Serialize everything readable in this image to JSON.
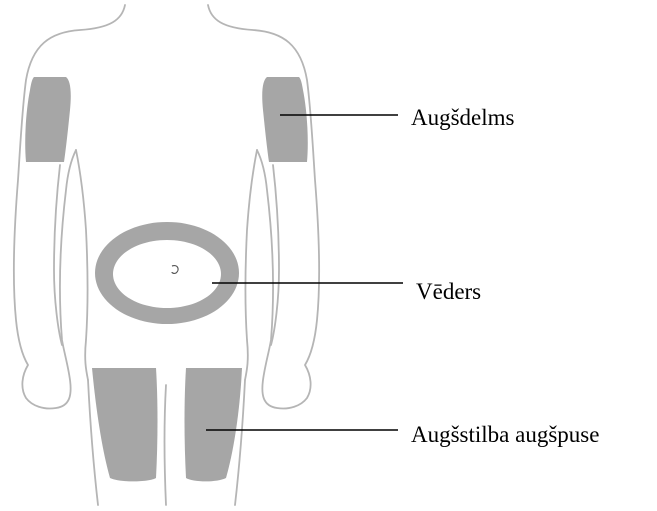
{
  "labels": {
    "upper_arm": "Augšdelms",
    "abdomen": "Vēders",
    "thigh": "Augšstilba augšpuse"
  },
  "colors": {
    "body_outline": "#b5b5b5",
    "injection_zone": "#a6a6a6",
    "leader_line": "#000000",
    "text": "#000000"
  }
}
